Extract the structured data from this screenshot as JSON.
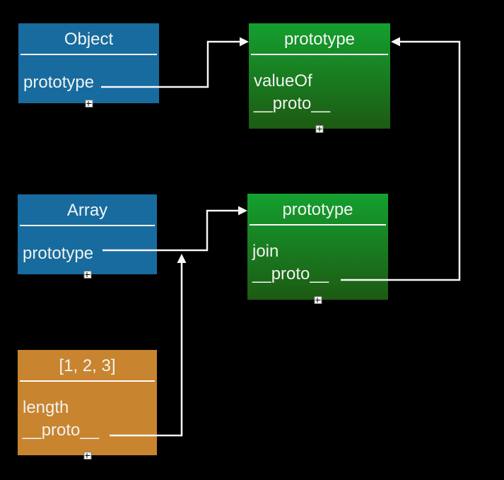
{
  "canvas": {
    "background": "#000000"
  },
  "colors": {
    "constructor_box": "#176b9f",
    "prototype_box_top": "#14a02f",
    "prototype_box_bottom": "#1d5a12",
    "instance_box": "#c8842f",
    "arrow": "#f7f7f7",
    "text": "#f1f2ef"
  },
  "boxes": {
    "object_constructor": {
      "title": "Object",
      "fields": [
        "prototype"
      ]
    },
    "object_prototype": {
      "title": "prototype",
      "fields": [
        "valueOf",
        "__proto__"
      ]
    },
    "array_constructor": {
      "title": "Array",
      "fields": [
        "prototype"
      ]
    },
    "array_prototype": {
      "title": "prototype",
      "fields": [
        "join",
        "__proto__"
      ]
    },
    "array_instance": {
      "title": "[1, 2, 3]",
      "fields": [
        "length",
        "__proto__"
      ]
    }
  },
  "edges": [
    {
      "from": "object_constructor.prototype",
      "to": "object_prototype"
    },
    {
      "from": "array_constructor.prototype",
      "to": "array_prototype"
    },
    {
      "from": "array_prototype.__proto__",
      "to": "object_prototype"
    },
    {
      "from": "array_instance.__proto__",
      "to": "array_prototype"
    }
  ],
  "icons": {
    "expand": "plus"
  }
}
